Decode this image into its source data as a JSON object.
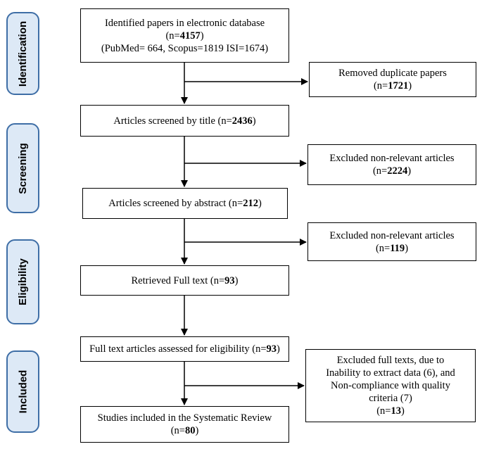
{
  "stages": {
    "identification": "Identification",
    "screening": "Screening",
    "eligibility": "Eligibility",
    "included": "Included"
  },
  "flow": {
    "identified": {
      "line1": "Identified papers in electronic database",
      "n_prefix": "(n=",
      "n": "4157",
      "n_suffix": ")",
      "line3": "(PubMed= 664, Scopus=1819 ISI=1674)"
    },
    "title_screen": {
      "prefix": "Articles screened by title (n=",
      "n": "2436",
      "suffix": ")"
    },
    "abstract_screen": {
      "prefix": "Articles screened by abstract (n=",
      "n": "212",
      "suffix": ")"
    },
    "full_text": {
      "prefix": "Retrieved Full text (n=",
      "n": "93",
      "suffix": ")"
    },
    "assessed": {
      "prefix": "Full text articles assessed for eligibility (n=",
      "n": "93",
      "suffix": ")"
    },
    "included": {
      "line1": "Studies included in the Systematic Review",
      "n_prefix": "(n=",
      "n": "80",
      "n_suffix": ")"
    }
  },
  "exclusions": {
    "duplicates": {
      "line1": "Removed duplicate papers",
      "n_prefix": "(n=",
      "n": "1721",
      "n_suffix": ")"
    },
    "title": {
      "line1": "Excluded non-relevant articles",
      "n_prefix": "(n=",
      "n": "2224",
      "n_suffix": ")"
    },
    "abstract": {
      "line1": "Excluded non-relevant articles",
      "n_prefix": "(n=",
      "n": "119",
      "n_suffix": ")"
    },
    "full_text": {
      "line1": "Excluded full texts, due to",
      "line2": "Inability to extract data (6), and",
      "line3": "Non-compliance with quality",
      "line4": "criteria (7)",
      "n_prefix": "(n=",
      "n": "13",
      "n_suffix": ")"
    }
  },
  "colors": {
    "stage_fill": "#dde9f6",
    "stage_border": "#3e6ea6",
    "line": "#000000"
  }
}
